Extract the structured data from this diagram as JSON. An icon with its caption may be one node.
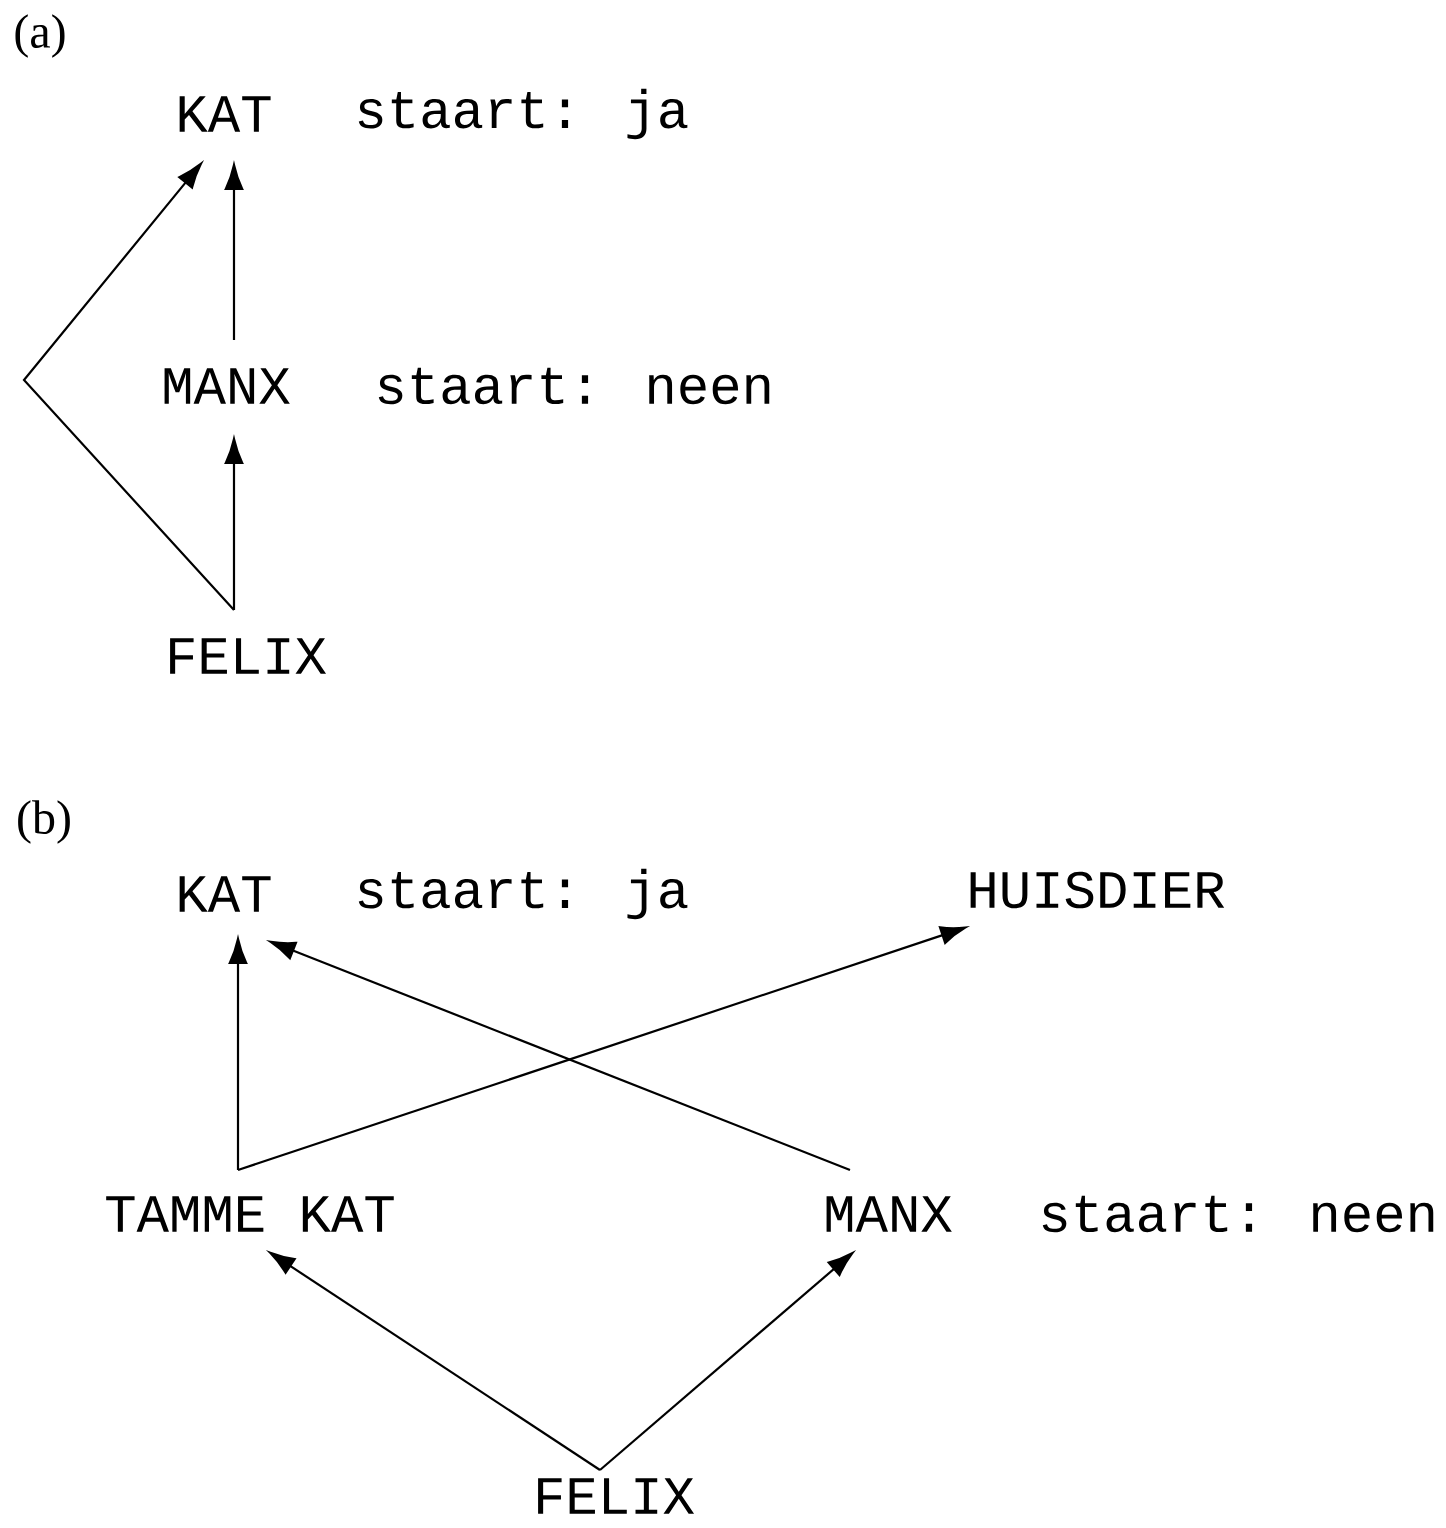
{
  "diagram": {
    "nodes": [
      {
        "text": [
          "KAT"
        ],
        "beside": [
          "staart: ja"
        ]
      },
      {
        "text": [
          "MANX"
        ],
        "beside": [
          "staart: neen"
        ]
      },
      {
        "text": [
          "FELIX"
        ]
      },
      {
        "text": [
          "KAT"
        ],
        "beside": [
          "staart: ja"
        ]
      },
      {
        "text": [
          "HUISDIER"
        ]
      },
      {
        "text": [
          "TAMME KAT"
        ]
      },
      {
        "text": [
          "MANX"
        ],
        "beside": [
          "staart: neen"
        ]
      },
      {
        "text": [
          "FELIX"
        ]
      }
    ],
    "edges": [
      {
        "from": 1,
        "to": 0,
        "arrow": "to"
      },
      {
        "from": 2,
        "to": 1,
        "arrow": "to"
      },
      {
        "from": 2,
        "to": 0,
        "arrow": "to"
      },
      {
        "from": 5,
        "to": 3,
        "arrow": "to"
      },
      {
        "from": 5,
        "to": 4,
        "arrow": "to"
      },
      {
        "from": 6,
        "to": 3,
        "arrow": "to"
      },
      {
        "from": 7,
        "to": 5,
        "arrow": "to"
      },
      {
        "from": 7,
        "to": 6,
        "arrow": "to"
      }
    ],
    "labels": [
      "(a)",
      "(b)"
    ]
  }
}
